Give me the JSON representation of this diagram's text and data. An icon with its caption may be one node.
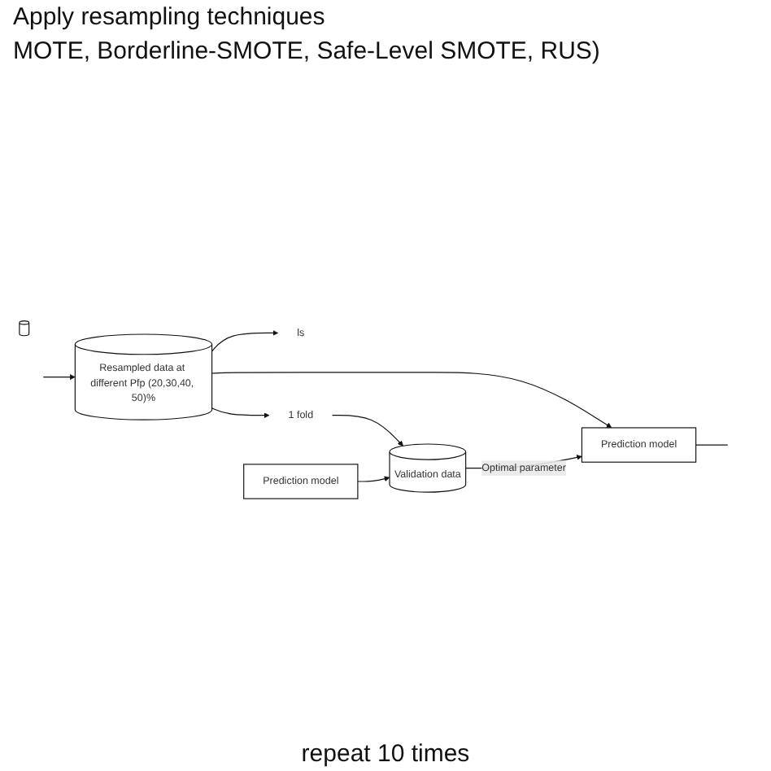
{
  "diagram": {
    "nodes": [
      {
        "text": [
          "Resampled data at different Pfp (20,30,40, 50)%"
        ]
      },
      {
        "text": [
          "Prediction model"
        ]
      },
      {
        "text": [
          "ls"
        ]
      },
      {
        "text": [
          "1 fold"
        ]
      },
      {
        "text": [],
        "shape": "cylinder"
      },
      {
        "text": [
          "Validation data"
        ]
      },
      {
        "text": [
          "Prediction model"
        ]
      }
    ],
    "edges": [
      {
        "from": null,
        "to": 0,
        "arrow": "to"
      },
      {
        "from": 0,
        "to": 1,
        "arrow": "to"
      },
      {
        "from": 1,
        "to": null,
        "arrow": "none"
      },
      {
        "from": 0,
        "to": 2,
        "arrow": "to"
      },
      {
        "from": 0,
        "to": 3,
        "arrow": "to"
      },
      {
        "from": 3,
        "to": 5,
        "arrow": "to"
      },
      {
        "from": 5,
        "to": 1,
        "arrow": "to",
        "label": "Optimal parameter"
      },
      {
        "from": 6,
        "to": 5,
        "arrow": "to"
      }
    ],
    "labels": [
      "Apply resampling techniques",
      "MOTE, Borderline-SMOTE, Safe-Level SMOTE, RUS)",
      "repeat 10 times"
    ]
  }
}
